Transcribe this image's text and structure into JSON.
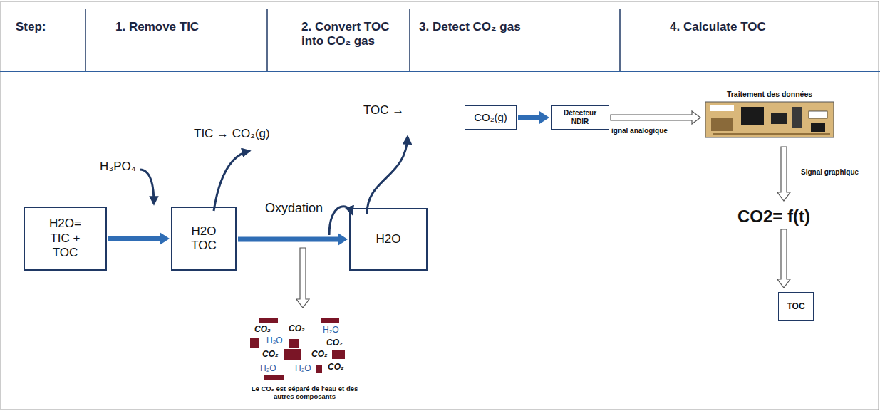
{
  "diagram": {
    "nodes": [
      {
        "text": [
          "H2O= TIC + TOC"
        ]
      },
      {
        "text": [
          "H2O TOC"
        ]
      },
      {
        "text": [
          "H2O"
        ]
      },
      {
        "text": [
          "CO₂(g)"
        ]
      },
      {
        "text": [
          "Détecteur NDIR"
        ]
      },
      {
        "text": [
          "Traitement des données"
        ]
      },
      {
        "text": [
          "TOC"
        ]
      }
    ],
    "edges": [
      {
        "from": 0,
        "to": 1,
        "arrow": "to"
      },
      {
        "from": 1,
        "to": 2,
        "label": "Oxydation",
        "arrow": "to"
      },
      {
        "from": 3,
        "to": 4,
        "arrow": "to"
      },
      {
        "from": 4,
        "to": 5,
        "label": "ignal analogique",
        "arrow": "to"
      }
    ],
    "labels": [
      "Step:",
      "1. Remove TIC",
      "2. Convert TOC into CO₂ gas",
      "3. Detect CO₂ gas",
      "4. Calculate TOC",
      "H₃PO₄",
      "TIC → CO₂(g)",
      "TOC →",
      "Signal graphique",
      "CO2= f(t)",
      "CO₂",
      "CO₂",
      "H₂O",
      "H₂O",
      "CO₂",
      "CO₂",
      "CO₂",
      "H₂O",
      "H₂O",
      "CO₂",
      "Le CO₂ est séparé de l'eau et des autres composants"
    ]
  }
}
